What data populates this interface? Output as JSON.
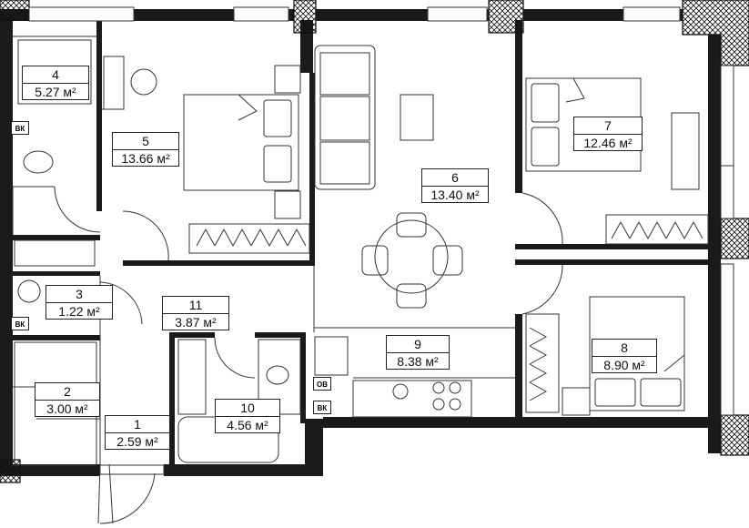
{
  "rooms": [
    {
      "number": "1",
      "area": "2.59 м²"
    },
    {
      "number": "2",
      "area": "3.00 м²"
    },
    {
      "number": "3",
      "area": "1.22 м²"
    },
    {
      "number": "4",
      "area": "5.27 м²"
    },
    {
      "number": "5",
      "area": "13.66 м²"
    },
    {
      "number": "6",
      "area": "13.40 м²"
    },
    {
      "number": "7",
      "area": "12.46 м²"
    },
    {
      "number": "8",
      "area": "8.90 м²"
    },
    {
      "number": "9",
      "area": "8.38 м²"
    },
    {
      "number": "10",
      "area": "4.56 м²"
    },
    {
      "number": "11",
      "area": "3.87 м²"
    }
  ],
  "tags": {
    "vk": "ВК",
    "ov": "ОВ"
  },
  "colors": {
    "wall": "#1a1a1a",
    "line": "#333333",
    "hatch": "#1a1a1a"
  }
}
